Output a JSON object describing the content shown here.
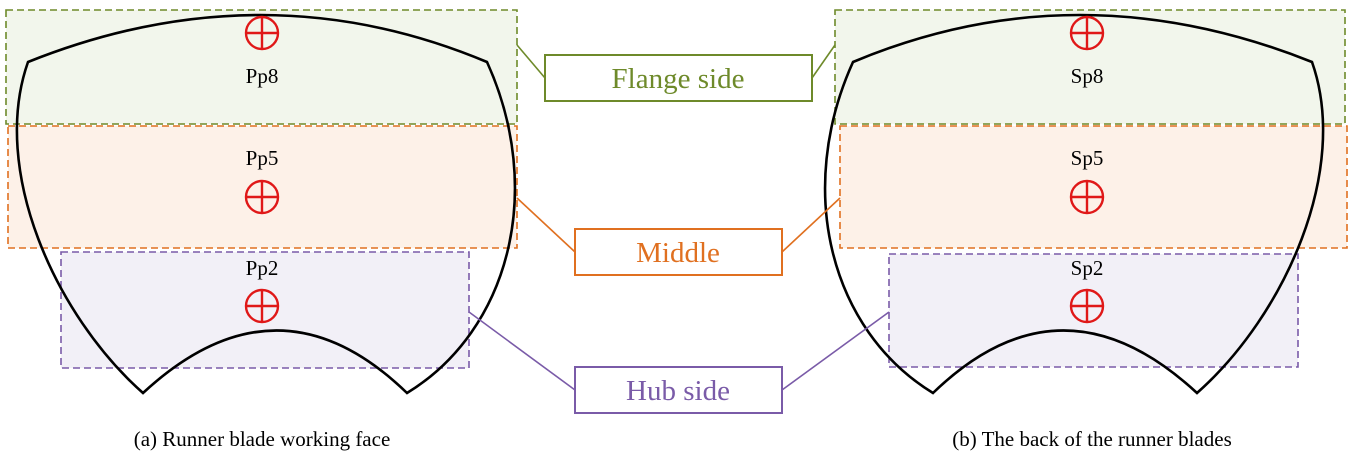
{
  "colors": {
    "flange": "#6e8a2a",
    "flange_fill": "#f2f6ec",
    "middle": "#e07020",
    "middle_fill": "#fdf1e8",
    "hub": "#7a5ba8",
    "hub_fill": "#f2f0f7",
    "marker": "#e01818",
    "outline": "#000000"
  },
  "regions": {
    "flange": "Flange side",
    "middle": "Middle",
    "hub": "Hub side"
  },
  "panels": {
    "left": {
      "caption": "(a) Runner blade working face",
      "points": {
        "top": "Pp8",
        "middle": "Pp5",
        "bottom": "Pp2"
      }
    },
    "right": {
      "caption": "(b) The back of the runner blades",
      "points": {
        "top": "Sp8",
        "middle": "Sp5",
        "bottom": "Sp2"
      }
    }
  },
  "icons": {
    "marker": "crosshair-circle-icon"
  }
}
